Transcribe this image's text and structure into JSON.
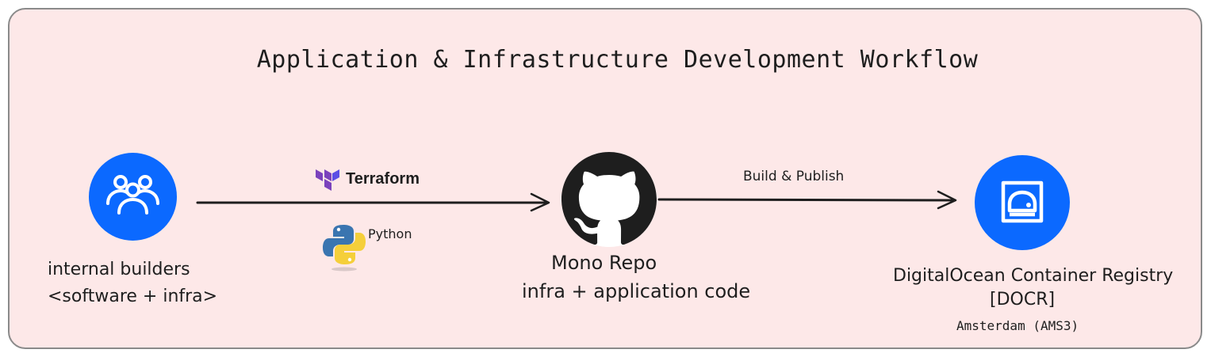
{
  "diagram": {
    "title": "Application & Infrastructure Development Workflow",
    "nodes": {
      "builders": {
        "line1": "internal builders",
        "line2": "<software + infra>",
        "icon": "users-icon"
      },
      "repo": {
        "line1": "Mono Repo",
        "line2": "infra + application code",
        "icon": "github-icon"
      },
      "registry": {
        "line1": "DigitalOcean Container Registry",
        "line2": "[DOCR]",
        "region": "Amsterdam (AMS3)",
        "icon": "container-registry-icon"
      }
    },
    "edges": {
      "builders_to_repo": {
        "tool1": "Terraform",
        "tool2": "Python"
      },
      "repo_to_registry": {
        "label": "Build & Publish"
      }
    },
    "colors": {
      "background": "#fde8e8",
      "accent": "#0b69ff",
      "dark": "#1e1e1e"
    }
  }
}
